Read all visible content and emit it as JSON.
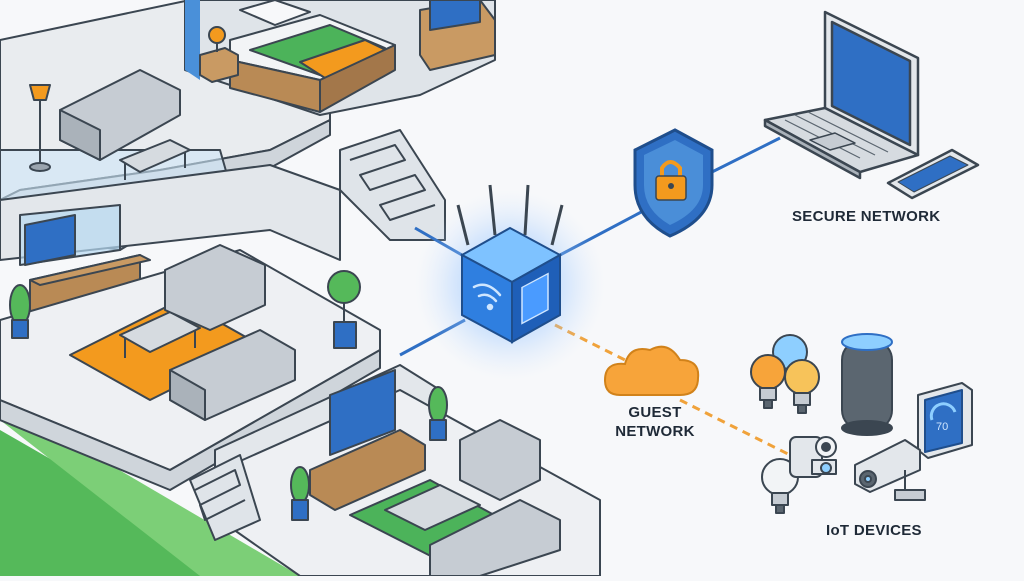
{
  "labels": {
    "secure_network": "SECURE NETWORK",
    "guest_network_line1": "GUEST",
    "guest_network_line2": "NETWORK",
    "iot_devices": "IoT DEVICES",
    "thermostat_reading": "70"
  },
  "colors": {
    "secure_link": "#2f6fc4",
    "guest_link": "#f0a23a",
    "router_glow": "#3a8dff",
    "shield": "#2f6fc4",
    "cloud": "#f7a43a",
    "grass": "#55b95a",
    "rug_orange": "#f39a1e",
    "bed_green": "#4cb35a",
    "wall": "#e9ecef",
    "outline": "#3b4651"
  },
  "icons": [
    "router-icon",
    "shield-lock-icon",
    "laptop-icon",
    "smartphone-icon",
    "cloud-icon",
    "smart-bulb-icon",
    "smart-speaker-icon",
    "thermostat-icon",
    "security-camera-icon"
  ]
}
